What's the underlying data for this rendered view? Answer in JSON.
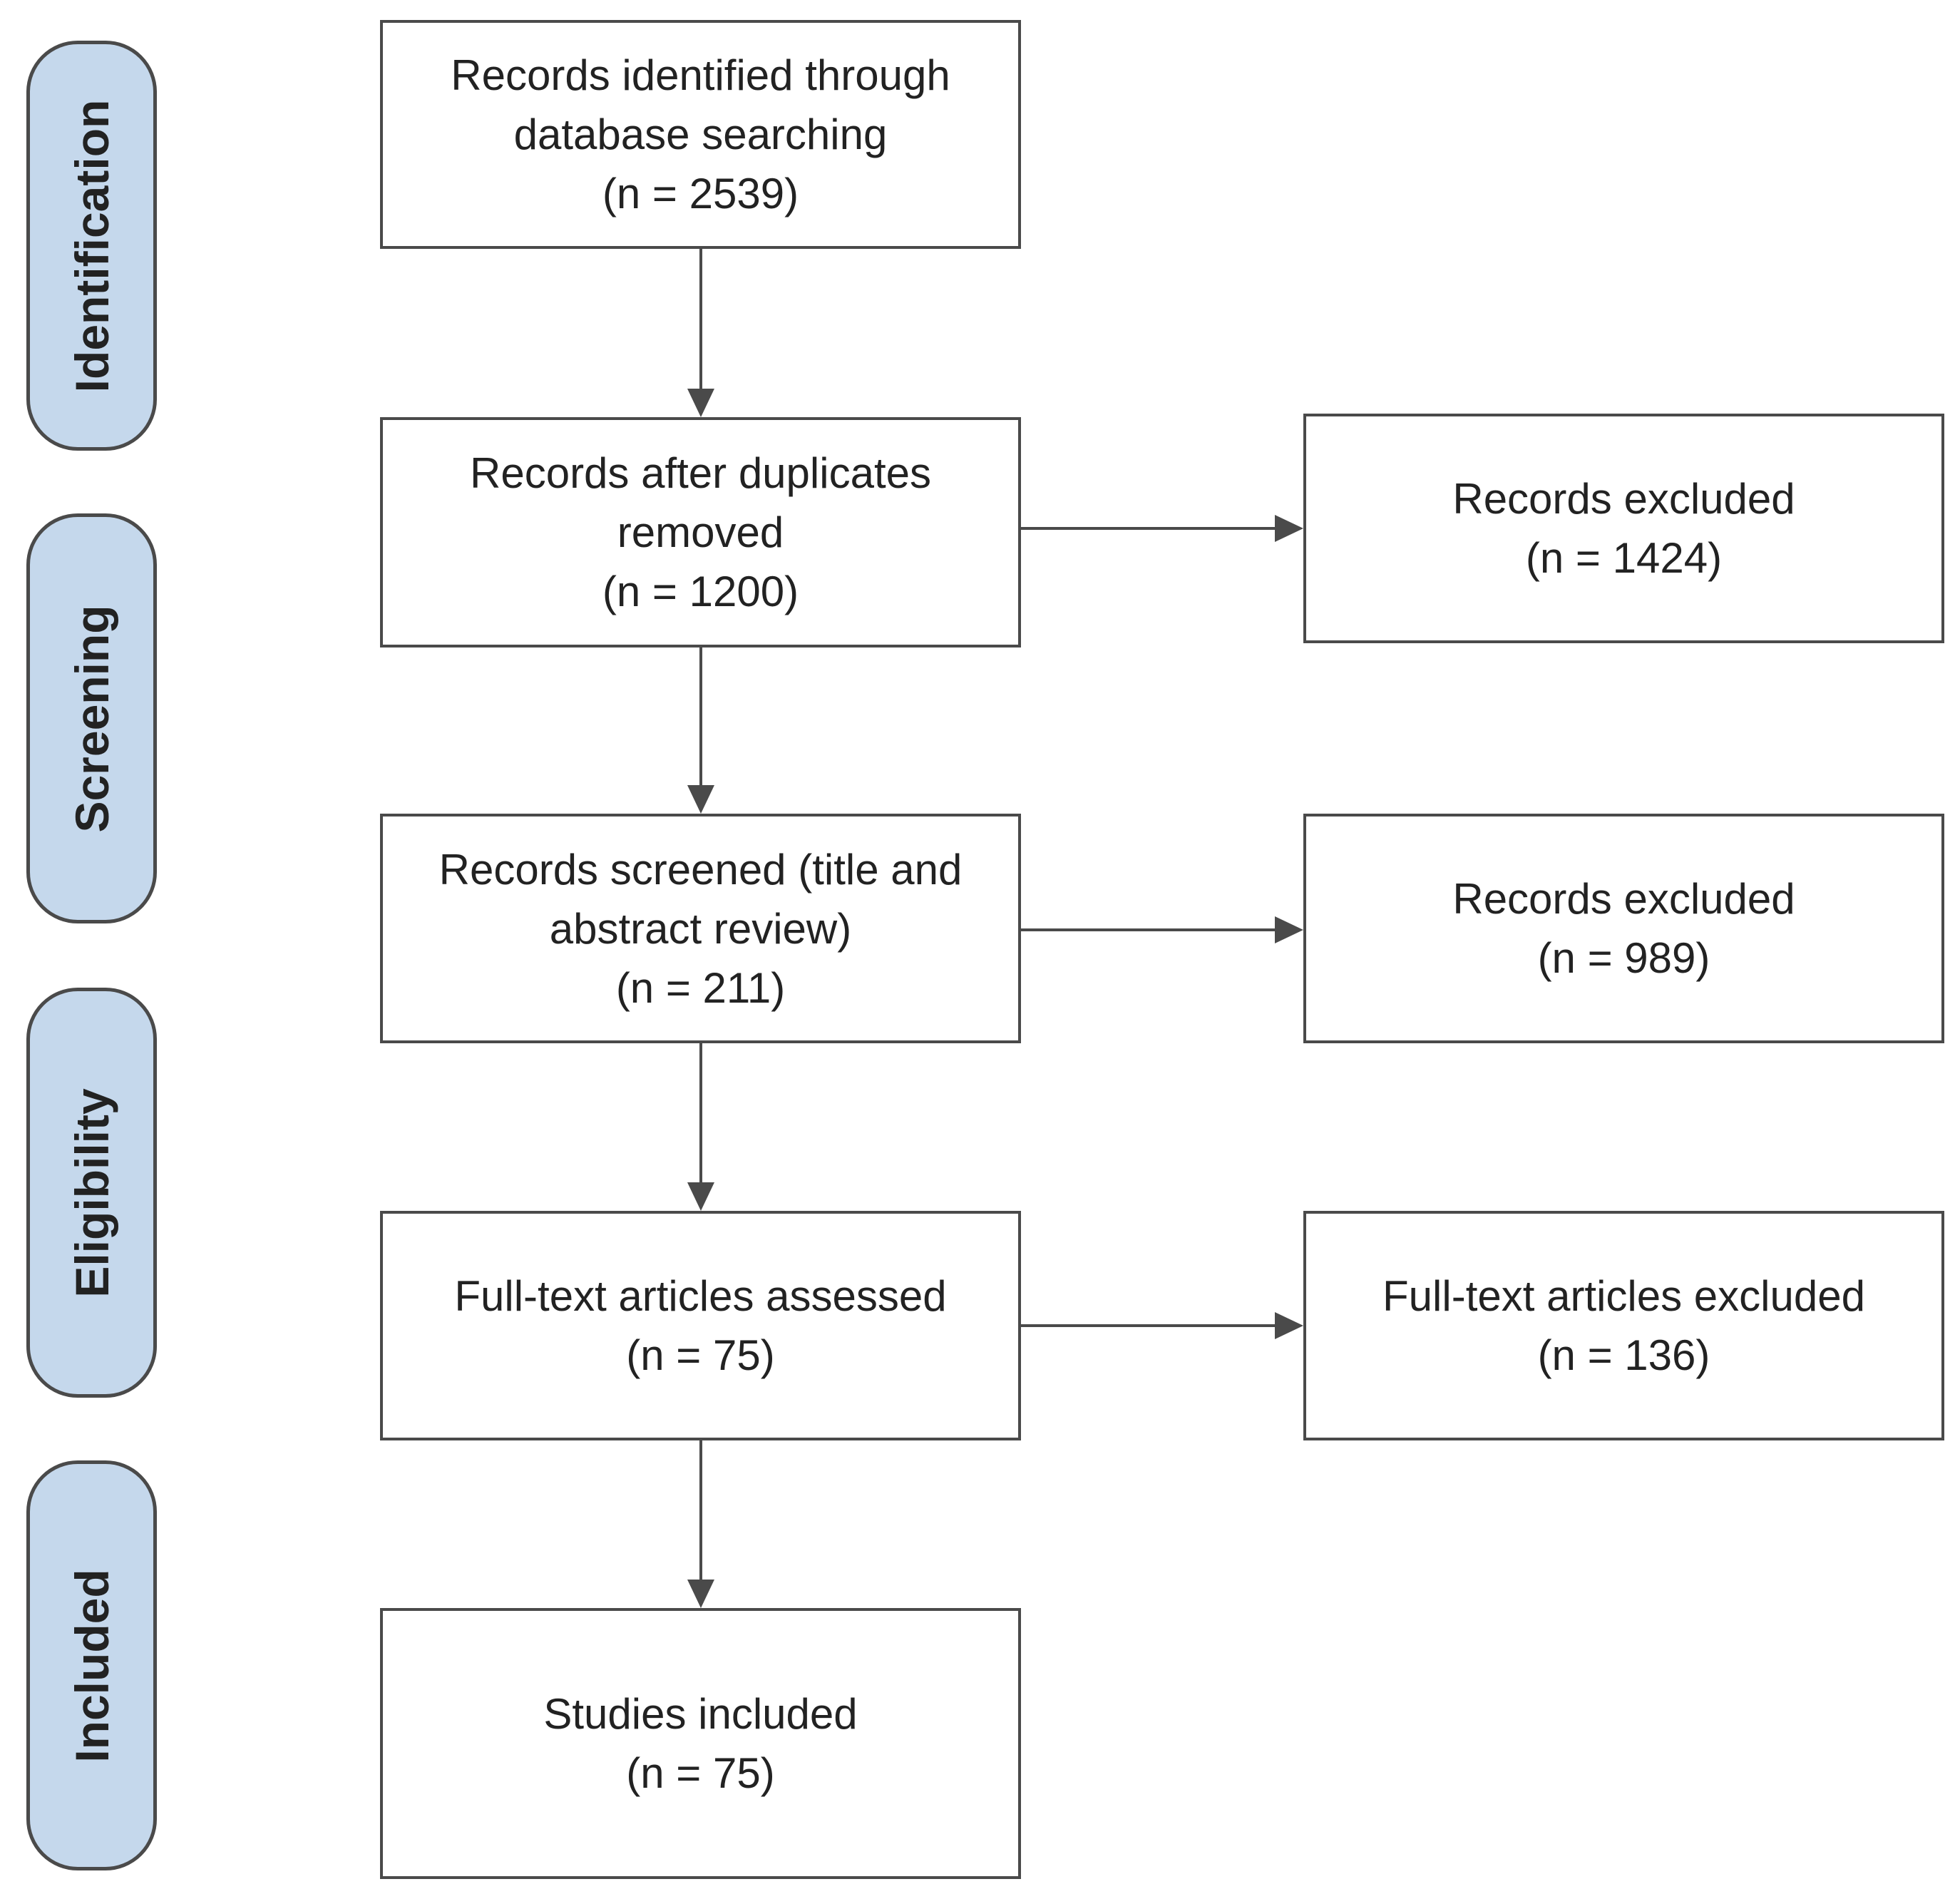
{
  "colors": {
    "stage_fill": "#c5d8ec",
    "stroke": "#4a4a4a",
    "text": "#222222",
    "box_fill": "#ffffff"
  },
  "stages": {
    "identification": "Identification",
    "screening": "Screening",
    "eligibility": "Eligibility",
    "included": "Included"
  },
  "boxes": {
    "identified": {
      "lines": [
        "Records identified through",
        "database searching",
        "(n = 2539)"
      ]
    },
    "dedup": {
      "lines": [
        "Records after duplicates",
        "removed",
        "(n = 1200)"
      ]
    },
    "screened": {
      "lines": [
        "Records screened (title and",
        "abstract review)",
        "(n = 211)"
      ]
    },
    "fulltext": {
      "lines": [
        "Full-text articles assessed",
        "(n = 75)"
      ]
    },
    "included": {
      "lines": [
        "Studies included",
        "(n = 75)"
      ]
    },
    "excluded_1": {
      "lines": [
        "Records excluded",
        "(n = 1424)"
      ]
    },
    "excluded_2": {
      "lines": [
        "Records excluded",
        "(n = 989)"
      ]
    },
    "excluded_3": {
      "lines": [
        "Full-text articles excluded",
        "(n = 136)"
      ]
    }
  }
}
